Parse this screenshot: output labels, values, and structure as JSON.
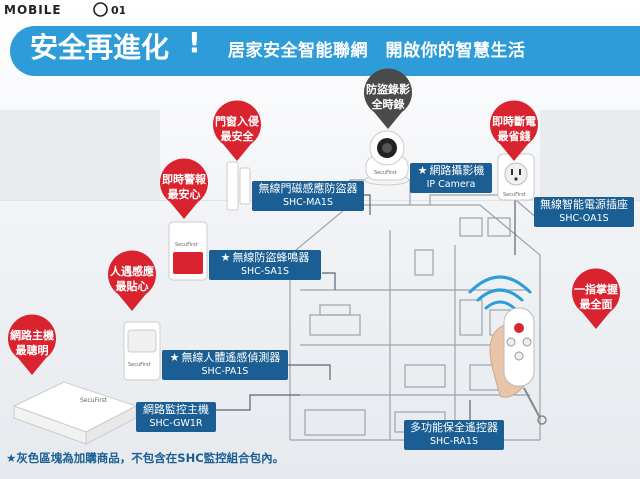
{
  "brand": {
    "site_name": "MOBILE",
    "mark_number": "01"
  },
  "headline": {
    "part1": "安全",
    "part2": "再進化",
    "mark": "!",
    "tagline": "居家安全智能聯網　開啟你的智慧生活"
  },
  "pins": [
    {
      "line1": "防盜錄影",
      "line2": "全時錄",
      "color": "#4a4a4a"
    },
    {
      "line1": "門窗入侵",
      "line2": "最安全",
      "color": "#d92430"
    },
    {
      "line1": "即時斷電",
      "line2": "最省錢",
      "color": "#d92430"
    },
    {
      "line1": "即時警報",
      "line2": "最安心",
      "color": "#d92430"
    },
    {
      "line1": "人遇感應",
      "line2": "最貼心",
      "color": "#d92430"
    },
    {
      "line1": "網路主機",
      "line2": "最聰明",
      "color": "#d92430"
    },
    {
      "line1": "一指掌握",
      "line2": "最全面",
      "color": "#d92430"
    }
  ],
  "labels": [
    {
      "star": "★",
      "line1": "網路攝影機",
      "line2": "IP Camera"
    },
    {
      "star": "",
      "line1": "無線門磁感應防盜器",
      "line2": "SHC-MA1S"
    },
    {
      "star": "",
      "line1": "無線智能電源插座",
      "line2": "SHC-OA1S"
    },
    {
      "star": "★",
      "line1": "無線防盜蜂鳴器",
      "line2": "SHC-SA1S"
    },
    {
      "star": "★",
      "line1": "無線人體遙感偵測器",
      "line2": "SHC-PA1S"
    },
    {
      "star": "",
      "line1": "網路監控主機",
      "line2": "SHC-GW1R"
    },
    {
      "star": "",
      "line1": "多功能保全遙控器",
      "line2": "SHC-RA1S"
    }
  ],
  "brand_on_device": "SecuFirst",
  "footnote": {
    "star": "★",
    "text": "灰色區塊為加購商品，不包含在SHC監控組合包內。"
  },
  "colors": {
    "banner_blue": "#2d9cd9",
    "label_navy": "#1a5e93",
    "accent_red": "#d92430",
    "camera_pin_gray": "#4a4a4a"
  }
}
